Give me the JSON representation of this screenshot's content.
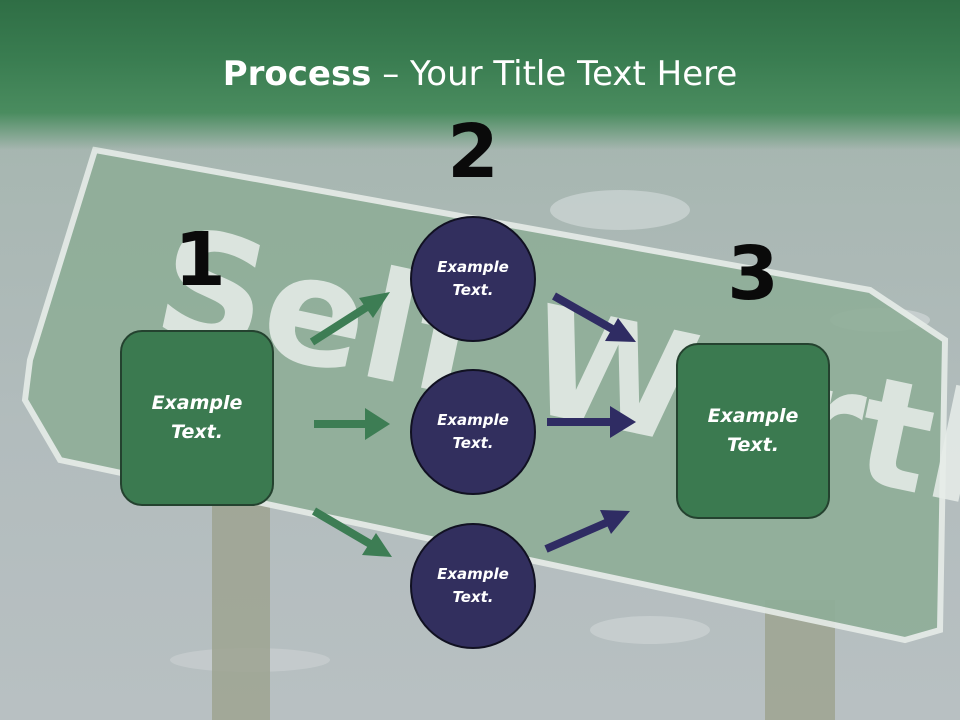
{
  "title": {
    "bold": "Process",
    "rest": " – Your Title Text Here"
  },
  "steps": {
    "one": "1",
    "two": "2",
    "three": "3"
  },
  "boxes": {
    "left": {
      "line1": "Example",
      "line2": "Text."
    },
    "right": {
      "line1": "Example",
      "line2": "Text."
    }
  },
  "circles": {
    "top": {
      "line1": "Example",
      "line2": "Text."
    },
    "middle": {
      "line1": "Example",
      "line2": "Text."
    },
    "bottom": {
      "line1": "Example",
      "line2": "Text."
    }
  },
  "background": {
    "sign_text": "Self Worth"
  },
  "colors": {
    "banner": "#3a7d51",
    "green_box": "#3b7a50",
    "circle": "#322f5e",
    "green_arrow": "#3d7d54",
    "navy_arrow": "#2f2c63"
  }
}
